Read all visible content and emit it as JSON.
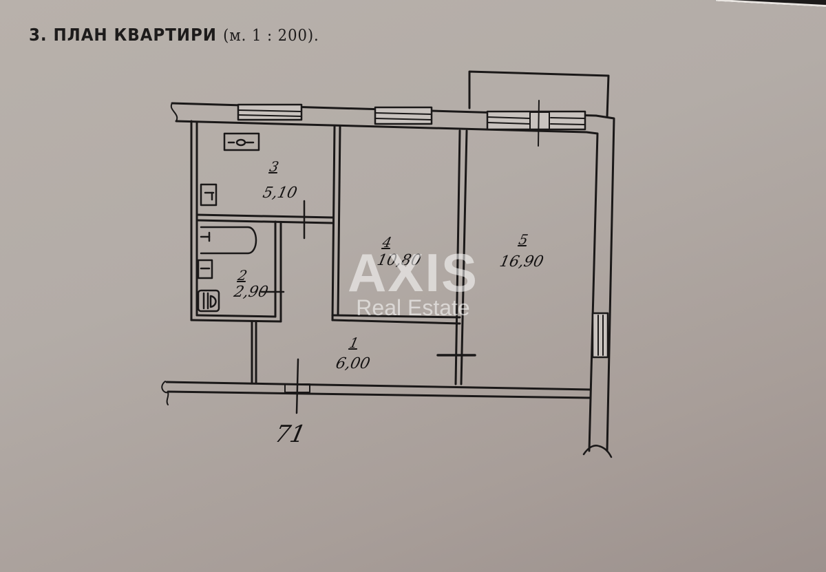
{
  "document": {
    "title": "3. ПЛАН КВАРТИРИ",
    "scale": "(м. 1 : 200)."
  },
  "watermark": {
    "brand": "AXIS",
    "subtitle": "Real Estate"
  },
  "rooms": [
    {
      "number": "1",
      "area": "6,00",
      "type": "hallway"
    },
    {
      "number": "2",
      "area": "2,90",
      "type": "bathroom"
    },
    {
      "number": "3",
      "area": "5,10",
      "type": "kitchen"
    },
    {
      "number": "4",
      "area": "10,80",
      "type": "room"
    },
    {
      "number": "5",
      "area": "16,90",
      "type": "room"
    }
  ],
  "annotations": {
    "apartment_number": "71"
  },
  "colors": {
    "paper": "#b3aca7",
    "ink": "#1a1818",
    "wall_fill": "#c9c3bf"
  }
}
